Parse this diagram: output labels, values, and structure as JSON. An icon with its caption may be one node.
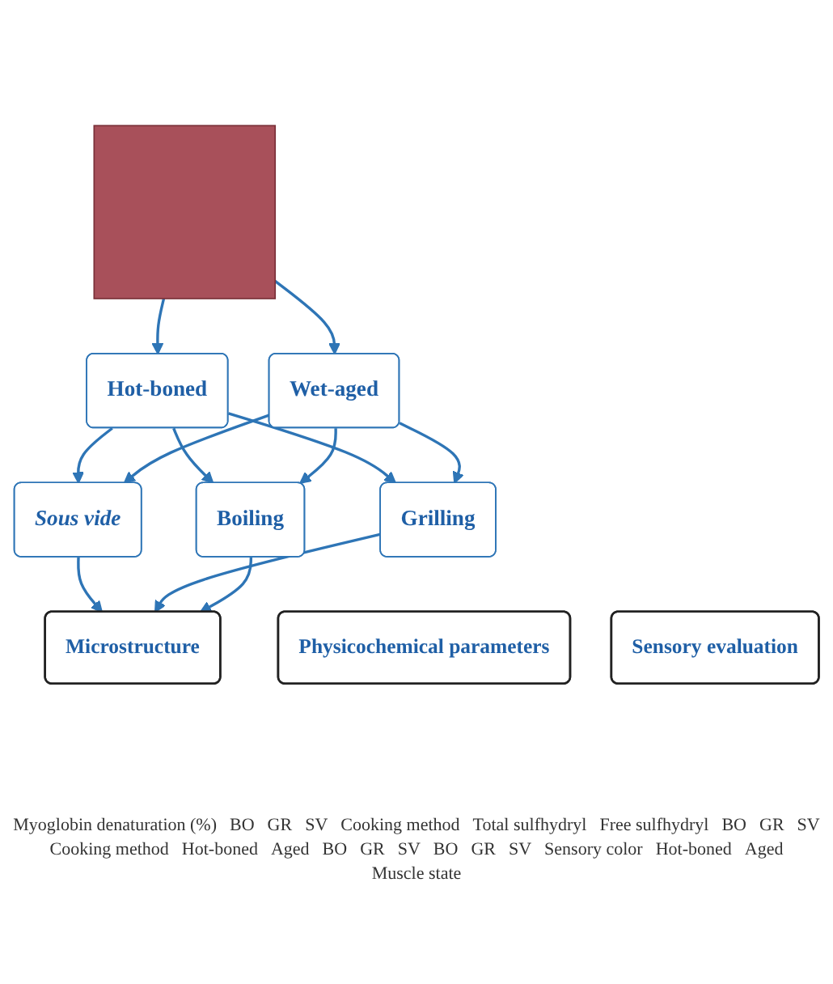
{
  "diagram": {
    "nodes": [
      {
        "text": [],
        "shape": "box"
      },
      {
        "text": [
          "Hot-boned"
        ]
      },
      {
        "text": [
          "Wet-aged"
        ]
      },
      {
        "text": [
          "Sous vide"
        ]
      },
      {
        "text": [
          "Grilling"
        ]
      },
      {
        "text": [
          "Boiling"
        ]
      },
      {
        "text": [
          "Physicochemical parameters"
        ]
      },
      {
        "text": [
          "Microstructure"
        ]
      },
      {
        "text": [
          "Sensory evaluation"
        ]
      }
    ],
    "edges": [
      {
        "from": 0,
        "to": 1,
        "arrow": "to"
      },
      {
        "from": 0,
        "to": 2,
        "arrow": "to"
      },
      {
        "from": 1,
        "to": 3,
        "arrow": "to"
      },
      {
        "from": 1,
        "to": 4,
        "arrow": "to"
      },
      {
        "from": 1,
        "to": 5,
        "arrow": "to"
      },
      {
        "from": 2,
        "to": 3,
        "arrow": "to"
      },
      {
        "from": 2,
        "to": 4,
        "arrow": "to"
      },
      {
        "from": 2,
        "to": 5,
        "arrow": "to"
      },
      {
        "from": 3,
        "to": 7,
        "arrow": "to"
      },
      {
        "from": 4,
        "to": 7,
        "arrow": "to"
      },
      {
        "from": 5,
        "to": 7,
        "arrow": "to"
      }
    ],
    "labels": [
      "Myoglobin denaturation (%)",
      "BO",
      "GR",
      "SV",
      "Cooking method",
      "Total sulfhydryl",
      "Free sulfhydryl",
      "BO",
      "GR",
      "SV",
      "Cooking method",
      "Hot-boned",
      "Aged",
      "BO",
      "GR",
      "SV",
      "BO",
      "GR",
      "SV",
      "Sensory color",
      "Hot-boned",
      "Aged",
      "Muscle state"
    ]
  }
}
